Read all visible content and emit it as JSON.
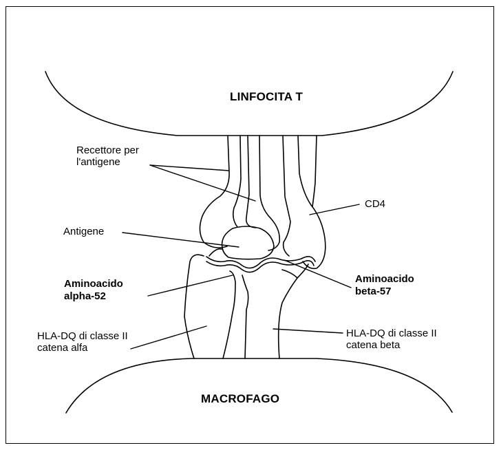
{
  "diagram": {
    "cell_top": "LINFOCITA T",
    "cell_bottom": "MACROFAGO",
    "receptor_line1": "Recettore per",
    "receptor_line2": "l'antigene",
    "cd4": "CD4",
    "antigen": "Antigene",
    "aa_alpha_line1": "Aminoacido",
    "aa_alpha_line2": "alpha-52",
    "aa_beta_line1": "Aminoacido",
    "aa_beta_line2": "beta-57",
    "hla_alpha_line1": "HLA-DQ di classe II",
    "hla_alpha_line2": "catena alfa",
    "hla_beta_line1": "HLA-DQ di classe II",
    "hla_beta_line2": "catena beta"
  }
}
